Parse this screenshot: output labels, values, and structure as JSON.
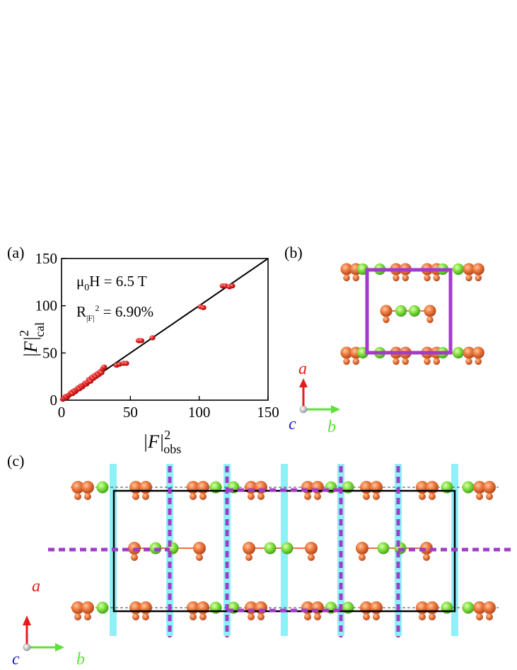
{
  "panels": {
    "a": {
      "label": "(a)"
    },
    "b": {
      "label": "(b)"
    },
    "c": {
      "label": "(c)"
    }
  },
  "annotation": {
    "field": {
      "mu": "μ",
      "sub": "0",
      "rest": "H = 6.5 T"
    },
    "r_factor": {
      "main": "R",
      "sub": "|F|",
      "sup": "2",
      "rest": " = 6.90%"
    }
  },
  "axis_labels": {
    "x": {
      "base": "|F|",
      "sup": "2",
      "sub": "obs"
    },
    "y": {
      "base": "|F|",
      "sup": "2",
      "sub": "cal"
    }
  },
  "axes_legend": {
    "a": "a",
    "b": "b",
    "c": "c"
  },
  "colors": {
    "point": "#dd1c1c",
    "fit_line": "#000000",
    "unit_cell_b": "#a23bc8",
    "dashed_c": "#a23bc8",
    "highlight_bar": "#8ff0f7",
    "atom_orange": "#e8703a",
    "atom_green": "#7fe23e",
    "axis_a": "#e51b1b",
    "axis_b": "#5fe03a",
    "axis_c": "#1a1ad6"
  },
  "chart_data": {
    "type": "scatter",
    "xlabel": "|F|²obs",
    "ylabel": "|F|²cal",
    "xlim": [
      0,
      150
    ],
    "ylim": [
      0,
      150
    ],
    "xticks": [
      0,
      50,
      100,
      150
    ],
    "yticks": [
      0,
      50,
      100,
      150
    ],
    "fit_line": {
      "x": [
        0,
        150
      ],
      "y": [
        0,
        150
      ]
    },
    "series": [
      {
        "x": [
          1,
          2,
          3,
          4,
          5,
          6,
          7,
          8,
          9,
          10,
          11,
          12,
          13,
          14,
          15,
          16,
          17,
          18,
          19,
          20,
          21,
          22,
          23,
          24,
          25,
          26,
          27,
          28,
          29,
          30,
          31,
          40,
          42,
          45,
          47,
          56,
          58,
          66,
          101,
          103,
          117,
          119,
          122,
          124
        ],
        "y": [
          1,
          2,
          4,
          3,
          5,
          6,
          8,
          7,
          10,
          9,
          11,
          13,
          12,
          15,
          14,
          16,
          18,
          17,
          19,
          22,
          20,
          24,
          23,
          26,
          25,
          28,
          27,
          30,
          29,
          33,
          35,
          37,
          38,
          39,
          39,
          63,
          63,
          66,
          99,
          98,
          121,
          121,
          120,
          121
        ]
      }
    ]
  }
}
